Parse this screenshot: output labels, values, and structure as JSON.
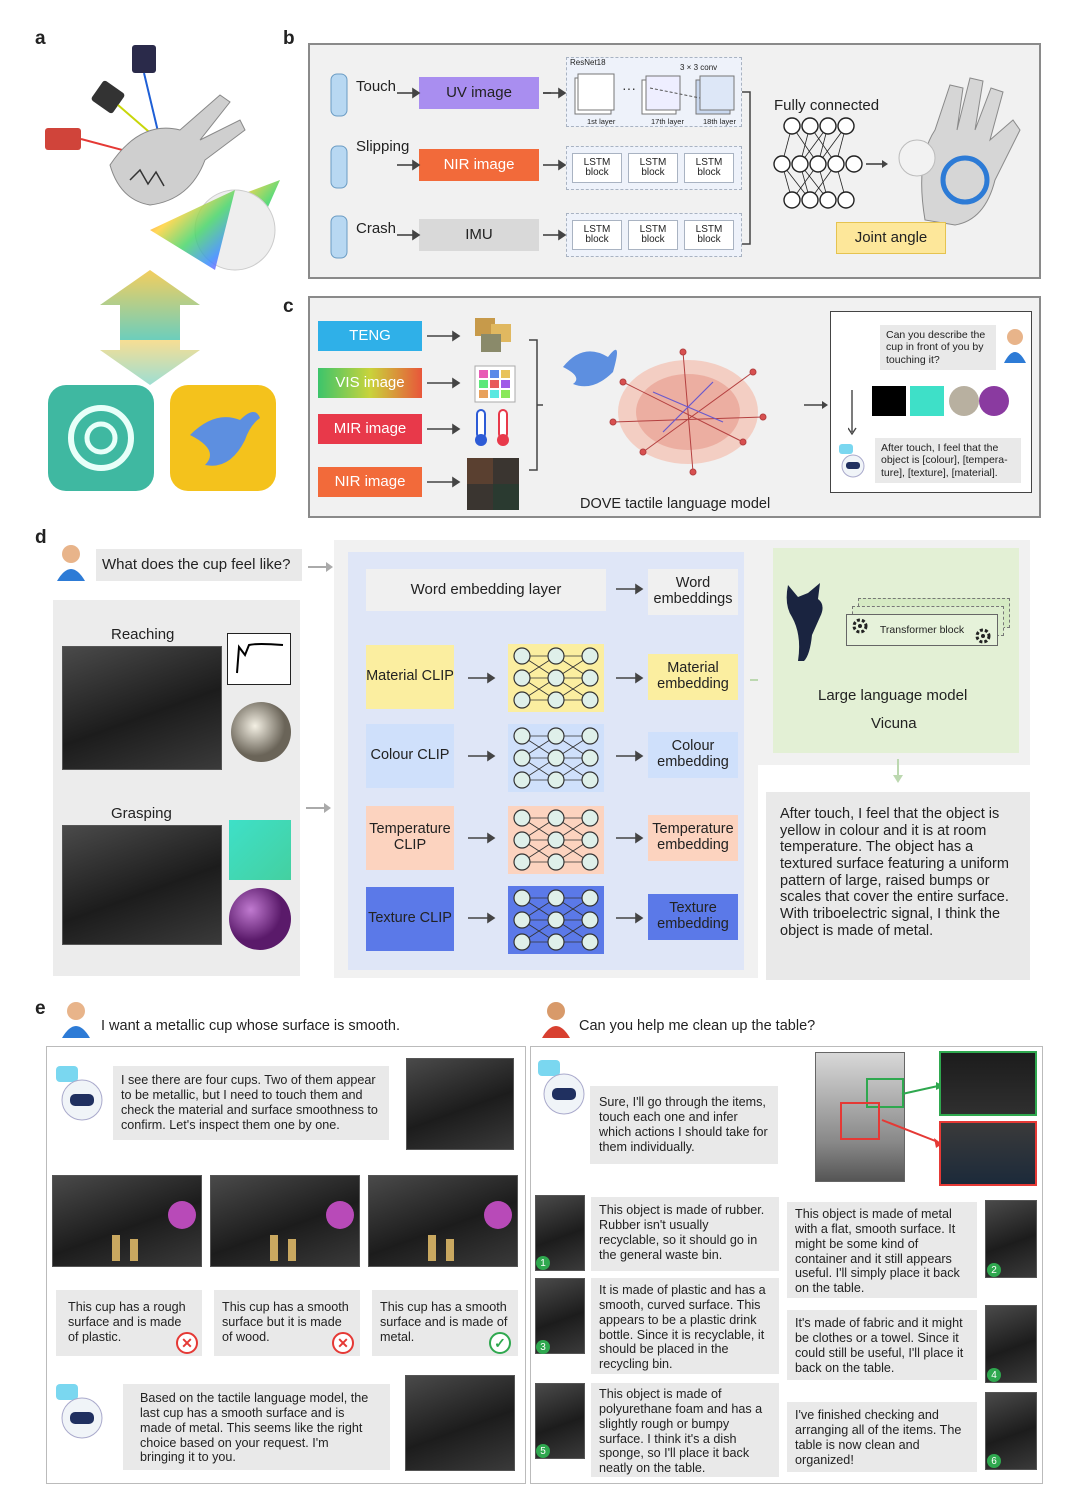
{
  "panels": {
    "a": "a",
    "b": "b",
    "c": "c",
    "d": "d",
    "e": "e"
  },
  "panel_b": {
    "inputs": [
      "Touch",
      "Slipping",
      "Crash"
    ],
    "modalities": [
      "UV image",
      "NIR image",
      "IMU"
    ],
    "resnet_title": "ResNet18",
    "conv_label": "3 × 3 conv",
    "layer_labels": [
      "1st layer",
      "17th layer",
      "18th layer"
    ],
    "lstm_label": "LSTM block",
    "fc_label": "Fully connected",
    "output": "Joint angle"
  },
  "panel_c": {
    "inputs": [
      "TENG",
      "VIS image",
      "MIR image",
      "NIR image"
    ],
    "model_caption": "DOVE tactile language model",
    "question": "Can you describe the cup in front of you by touching it?",
    "answer": "After touch, I feel that the object is [colour], [tempera-ture], [texture], [material]."
  },
  "panel_d": {
    "question": "What does the cup feel like?",
    "phases": [
      "Reaching",
      "Grasping"
    ],
    "word_layer": "Word embedding layer",
    "word_emb": "Word embeddings",
    "clips": [
      "Material CLIP",
      "Colour CLIP",
      "Temperature CLIP",
      "Texture CLIP"
    ],
    "embeddings": [
      "Material embedding",
      "Colour embedding",
      "Temperature embedding",
      "Texture embedding"
    ],
    "transformer": "Transformer block",
    "llm": "Large language model",
    "llm_name": "Vicuna",
    "output": "After touch, I feel that the object is yellow in colour and it is at room temperature. The object has a textured surface featuring a uniform pattern of large, raised bumps or scales that cover the entire surface. With triboelectric signal, I think the object is made of metal."
  },
  "panel_e": {
    "left_request": "I want a metallic cup whose surface is smooth.",
    "left_reply": "I see there are four cups. Two of them appear to be metallic, but I need to touch them and check the material and surface smoothness to confirm. Let's inspect them one by one.",
    "cups": [
      {
        "text": "This cup has a rough surface and is made of plastic.",
        "mark": "✕"
      },
      {
        "text": "This cup has a smooth surface but it is made of wood.",
        "mark": "✕"
      },
      {
        "text": "This cup has a smooth surface and is made of metal.",
        "mark": "✓"
      }
    ],
    "left_final": "Based on the tactile language model, the last cup has a smooth surface and is made of metal. This seems like the right choice based on your request. I'm bringing it to you.",
    "right_request": "Can you help me clean up the table?",
    "right_reply": "Sure, I'll go through the items, touch each one and infer which actions I should take for them individually.",
    "steps": [
      {
        "n": "1",
        "text": "This object is made of rubber. Rubber isn't usually recyclable, so it should go in the general waste bin."
      },
      {
        "n": "2",
        "text": "This object is made of metal with a flat, smooth surface. It might be some kind of container and it still appears useful. I'll simply place it back on the table."
      },
      {
        "n": "3",
        "text": "It is made of plastic and has a smooth, curved surface. This appears to be a plastic drink bottle. Since it is recyclable, it should be placed in the recycling bin."
      },
      {
        "n": "4",
        "text": "It's made of fabric and it might be clothes or a towel. Since it could still be useful, I'll place it back on the table."
      },
      {
        "n": "5",
        "text": "This object is made of polyurethane foam and has a slightly rough or bumpy surface. I think it's a dish sponge, so I'll place it back neatly on the table."
      },
      {
        "n": "6",
        "text": "I've finished checking and arranging all of the items. The table is now clean and organized!"
      }
    ]
  },
  "colors": {
    "uv": "#a98ef0",
    "nir": "#f26a3a",
    "imu": "#d9d9d9",
    "teng": "#2fb0e8",
    "material": "#fbeea0",
    "colour": "#cfe0fb",
    "temperature": "#fcd3bf",
    "texture": "#5b79e8",
    "llm": "#e3f0d5",
    "dove_panel": "#dfe6f7"
  }
}
